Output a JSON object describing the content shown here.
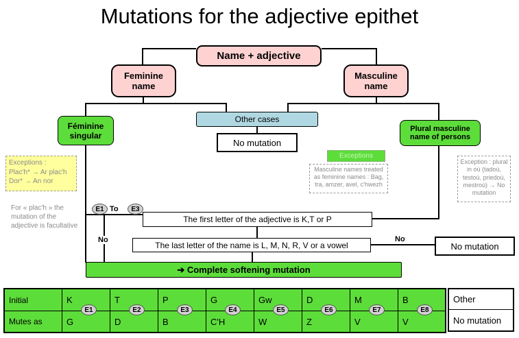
{
  "title": "Mutations for the adjective epithet",
  "colors": {
    "pink": "#ffd2d2",
    "green": "#5ddd3a",
    "light_blue": "#b0d8e2",
    "yellow": "#ffff9e",
    "gray_text": "#8a8a8a"
  },
  "nodes": {
    "name_adjective": "Name + adjective",
    "feminine_name": "Feminine name",
    "masculine_name": "Masculine name",
    "other_cases": "Other cases",
    "no_mutation_center": "No mutation",
    "feminine_singular": "Féminine singular",
    "plural_masculine": "Plural masculine name of persons",
    "condition_first_letter": "The first letter of the adjective is K,T or P",
    "condition_last_letter": "The last letter of the name is L, M, N, R, V or a vowel",
    "no_mutation_right": "No mutation",
    "softening": "➔ Complete softening mutation"
  },
  "notes": {
    "exceptions_yellow_title": "Exceptions :",
    "exceptions_yellow_line1": "Plac'h* → Ar plac'h",
    "exceptions_yellow_line2": "Dor* → An nor",
    "facultative": "For « plac'h » the mutation of the adjective is facultative",
    "exceptions_green_label": "Exceptions",
    "masculine_as_feminine": "Masculine names treated as feminine names : Bag, tra, amzer, avel, c'hwezh",
    "plural_ou": "Exception : plural in où (tadoù, testoù, priedoù, mestroù) → No mutation"
  },
  "annotations": {
    "e_from": "E1",
    "to_word": "To",
    "e_to": "E3",
    "no_left": "No",
    "no_right": "No"
  },
  "table": {
    "initial_label": "Initial",
    "mutes_label": "Mutes as",
    "columns": [
      {
        "initial": "K",
        "badge": "E1",
        "mutes": "G"
      },
      {
        "initial": "T",
        "badge": "E2",
        "mutes": "D"
      },
      {
        "initial": "P",
        "badge": "E3",
        "mutes": "B"
      },
      {
        "initial": "G",
        "badge": "E4",
        "mutes": "C'H"
      },
      {
        "initial": "Gw",
        "badge": "E5",
        "mutes": "W"
      },
      {
        "initial": "D",
        "badge": "E6",
        "mutes": "Z"
      },
      {
        "initial": "M",
        "badge": "E7",
        "mutes": "V"
      },
      {
        "initial": "B",
        "badge": "E8",
        "mutes": "V"
      }
    ],
    "other_label": "Other",
    "other_value": "No mutation"
  }
}
